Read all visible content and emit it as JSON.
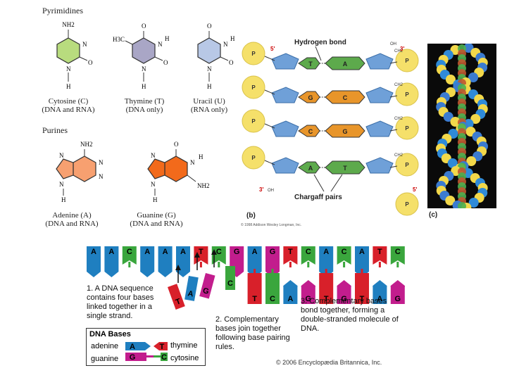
{
  "panel_a": {
    "pyrimidines_title": "Pyrimidines",
    "purines_title": "Purines",
    "atom_labels": {
      "nh2": "NH2",
      "n": "N",
      "h": "H",
      "o": "O",
      "h3c": "H3C"
    },
    "bases": [
      {
        "name": "Cytosine (C)",
        "note": "(DNA and RNA)",
        "color": "#b8dc7e"
      },
      {
        "name": "Thymine (T)",
        "note": "(DNA only)",
        "color": "#a9a6c6"
      },
      {
        "name": "Uracil (U)",
        "note": "(RNA only)",
        "color": "#b8c8e6"
      },
      {
        "name": "Adenine (A)",
        "note": "(DNA and RNA)",
        "color": "#f7a070"
      },
      {
        "name": "Guanine (G)",
        "note": "(DNA and RNA)",
        "color": "#f26a1b"
      }
    ]
  },
  "panel_b": {
    "label": "(b)",
    "hydrogen_bond": "Hydrogen bond",
    "chargaff": "Chargaff pairs",
    "end_5_top": "5'",
    "end_3_top": "3'",
    "end_3_bottom": "3'",
    "end_5_bottom": "5'",
    "oh_left": "OH",
    "oh_right": "OH",
    "ch2": "CH2",
    "pairs": [
      {
        "left": "T",
        "right": "A"
      },
      {
        "left": "G",
        "right": "C"
      },
      {
        "left": "C",
        "right": "G"
      },
      {
        "left": "A",
        "right": "T"
      }
    ],
    "copyright": "© 1998 Addison Wesley Longman, Inc."
  },
  "panel_c": {
    "label": "(c)"
  },
  "bottom": {
    "top_strand": [
      "A",
      "A",
      "C",
      "A",
      "A",
      "A",
      "T",
      "C",
      "G",
      "A",
      "G",
      "T",
      "C",
      "A",
      "C",
      "A",
      "T",
      "C"
    ],
    "bottom_strand": [
      "T",
      "C",
      "A",
      "G",
      "T",
      "G",
      "T",
      "A",
      "G"
    ],
    "free_bases": [
      "T",
      "A",
      "G",
      "C"
    ],
    "note1": "1. A DNA sequence contains four bases linked together in a single strand.",
    "note2": "2. Complementary bases join together following base pairing rules.",
    "note3": "3. Complementary bases bond together, forming a double-stranded molecule of DNA.",
    "legend": {
      "title": "DNA Bases",
      "adenine": "adenine",
      "thymine": "thymine",
      "guanine": "guanine",
      "cytosine": "cytosine",
      "a": "A",
      "t": "T",
      "g": "G",
      "c": "C"
    },
    "credit": "© 2006 Encyclopædia Britannica, Inc."
  },
  "colors": {
    "adenine": "#1f7fc0",
    "thymine": "#d8202a",
    "guanine": "#c21d8d",
    "cytosine": "#3aa63d",
    "sugar": "#6fa0d8",
    "phosphate": "#f5e06a",
    "b_green": "#5daa4c",
    "b_orange": "#e8952a"
  }
}
